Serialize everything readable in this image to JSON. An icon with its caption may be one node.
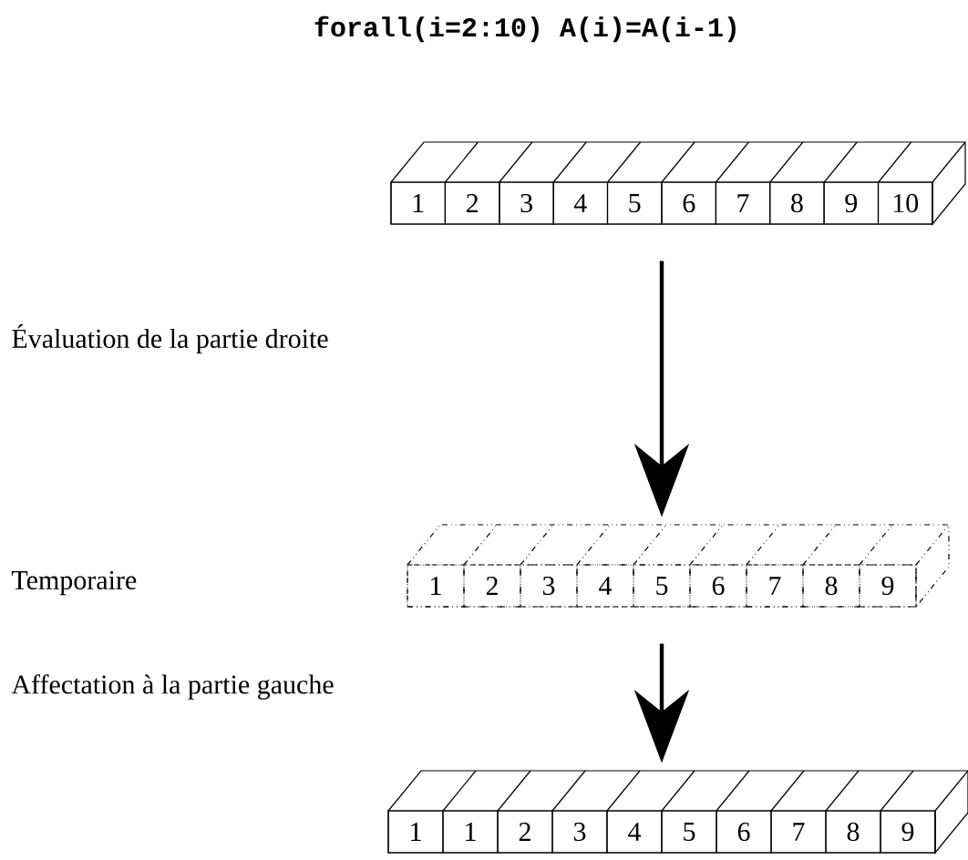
{
  "diagram": {
    "title": "forall(i=2:10) A(i)=A(i-1)",
    "nodes": [
      {
        "text": [],
        "shape": "box"
      },
      {
        "text": [
          "1"
        ],
        "in": 0
      },
      {
        "text": [
          "2"
        ],
        "in": 0
      },
      {
        "text": [
          "3"
        ],
        "in": 0
      },
      {
        "text": [
          "4"
        ],
        "in": 0
      },
      {
        "text": [
          "5"
        ],
        "in": 0
      },
      {
        "text": [
          "6"
        ],
        "in": 0
      },
      {
        "text": [
          "7"
        ],
        "in": 0
      },
      {
        "text": [
          "8"
        ],
        "in": 0
      },
      {
        "text": [
          "9"
        ],
        "in": 0
      },
      {
        "text": [
          "10"
        ],
        "in": 0
      },
      {
        "text": [],
        "shape": "box"
      },
      {
        "text": [
          "1"
        ],
        "in": 11
      },
      {
        "text": [
          "2"
        ],
        "in": 11
      },
      {
        "text": [
          "3"
        ],
        "in": 11
      },
      {
        "text": [
          "4"
        ],
        "in": 11
      },
      {
        "text": [
          "5"
        ],
        "in": 11
      },
      {
        "text": [
          "6"
        ],
        "in": 11
      },
      {
        "text": [
          "7"
        ],
        "in": 11
      },
      {
        "text": [
          "8"
        ],
        "in": 11
      },
      {
        "text": [
          "9"
        ],
        "in": 11
      },
      {
        "text": [],
        "shape": "box"
      },
      {
        "text": [
          "1"
        ],
        "in": 21
      },
      {
        "text": [
          "1"
        ],
        "in": 21
      },
      {
        "text": [
          "2"
        ],
        "in": 21
      },
      {
        "text": [
          "3"
        ],
        "in": 21
      },
      {
        "text": [
          "4"
        ],
        "in": 21
      },
      {
        "text": [
          "5"
        ],
        "in": 21
      },
      {
        "text": [
          "6"
        ],
        "in": 21
      },
      {
        "text": [
          "7"
        ],
        "in": 21
      },
      {
        "text": [
          "8"
        ],
        "in": 21
      },
      {
        "text": [
          "9"
        ],
        "in": 21
      }
    ],
    "edges": [
      {
        "from": 0,
        "to": 11,
        "arrow": "to"
      },
      {
        "from": 11,
        "to": 21,
        "arrow": "to"
      }
    ],
    "labels": [
      "Évaluation de la partie droite",
      "Temporaire",
      "Affectation à la partie gauche"
    ]
  }
}
